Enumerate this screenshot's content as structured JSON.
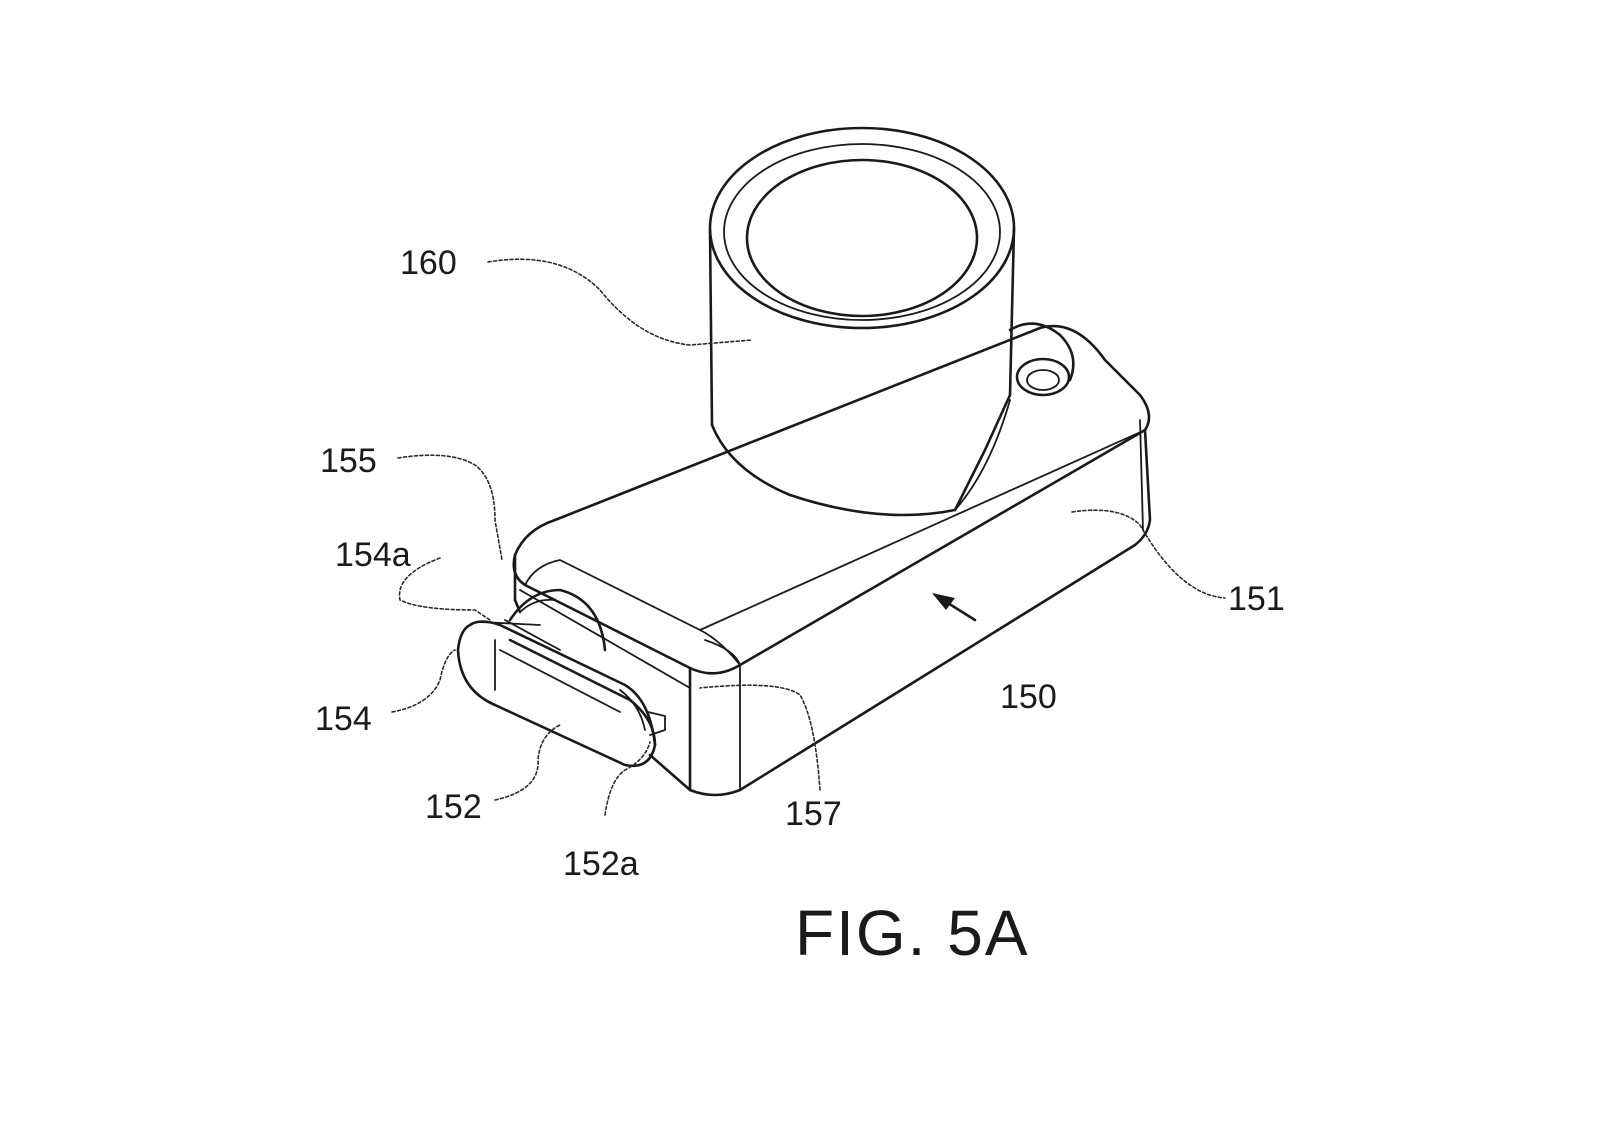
{
  "figure": {
    "caption": "FIG. 5A",
    "labels": {
      "l160": "160",
      "l155": "155",
      "l154a": "154a",
      "l154": "154",
      "l152": "152",
      "l152a": "152a",
      "l157": "157",
      "l151": "151",
      "l150": "150"
    }
  }
}
